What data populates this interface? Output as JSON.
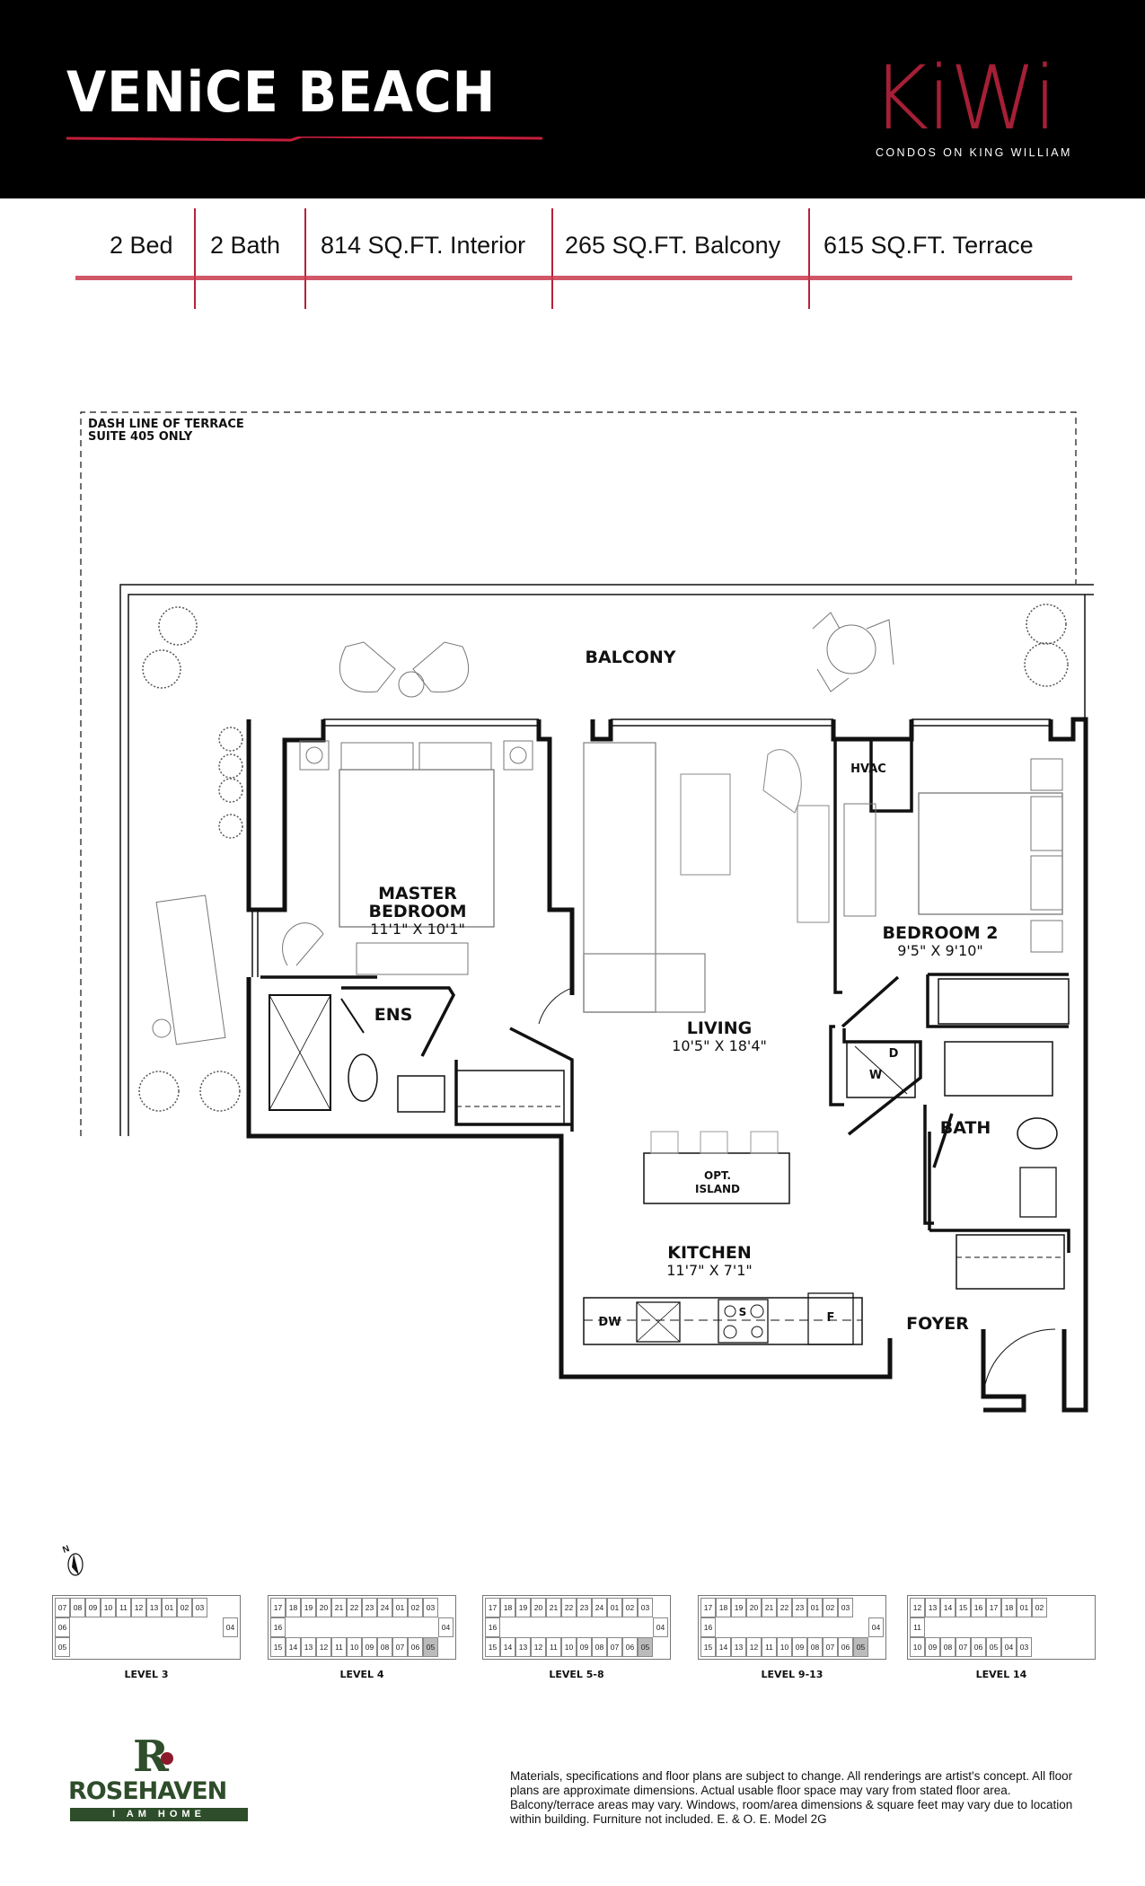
{
  "header": {
    "title": "VENiCE BEACH",
    "brand": "KiWi",
    "brand_subtitle": "CONDOS ON KING WILLIAM",
    "brand_color": "#a51f36"
  },
  "specs": [
    "2 Bed",
    "2 Bath",
    "814 SQ.FT. Interior",
    "265 SQ.FT. Balcony",
    "615 SQ.FT. Terrace"
  ],
  "floorplan": {
    "terrace_note_line1": "DASH LINE OF TERRACE",
    "terrace_note_line2": "SUITE 405 ONLY",
    "rooms": {
      "balcony": "BALCONY",
      "master_line1": "MASTER",
      "master_line2": "BEDROOM",
      "master_dim": "11'1\" X 10'1\"",
      "ensuite": "ENS",
      "living": "LIVING",
      "living_dim": "10'5\" X 18'4\"",
      "bedroom2": "BEDROOM 2",
      "bedroom2_dim": "9'5\" X 9'10\"",
      "hvac": "HVAC",
      "dryer": "D",
      "washer": "W",
      "bath": "BATH",
      "island_line1": "OPT.",
      "island_line2": "ISLAND",
      "kitchen": "KITCHEN",
      "kitchen_dim": "11'7\" X 7'1\"",
      "dishwasher": "DW",
      "stove": "S",
      "fridge": "F",
      "foyer": "FOYER"
    }
  },
  "compass_label": "N",
  "keyplans": [
    {
      "label": "LEVEL 3",
      "rows": [
        [
          "07",
          "08",
          "09",
          "10",
          "11",
          "12",
          "13",
          "01",
          "02",
          "03"
        ],
        [
          "06",
          "04"
        ],
        [
          "05"
        ]
      ],
      "highlight": ""
    },
    {
      "label": "LEVEL 4",
      "rows": [
        [
          "17",
          "18",
          "19",
          "20",
          "21",
          "22",
          "23",
          "24",
          "01",
          "02",
          "03"
        ],
        [
          "16",
          "04"
        ],
        [
          "15",
          "14",
          "13",
          "12",
          "11",
          "10",
          "09",
          "08",
          "07",
          "06",
          "05"
        ]
      ],
      "highlight": "05"
    },
    {
      "label": "LEVEL 5-8",
      "rows": [
        [
          "17",
          "18",
          "19",
          "20",
          "21",
          "22",
          "23",
          "24",
          "01",
          "02",
          "03"
        ],
        [
          "16",
          "04"
        ],
        [
          "15",
          "14",
          "13",
          "12",
          "11",
          "10",
          "09",
          "08",
          "07",
          "06",
          "05"
        ]
      ],
      "highlight": "05"
    },
    {
      "label": "LEVEL 9-13",
      "rows": [
        [
          "17",
          "18",
          "19",
          "20",
          "21",
          "22",
          "23",
          "01",
          "02",
          "03"
        ],
        [
          "16",
          "04"
        ],
        [
          "15",
          "14",
          "13",
          "12",
          "11",
          "10",
          "09",
          "08",
          "07",
          "06",
          "05"
        ]
      ],
      "highlight": "05"
    },
    {
      "label": "LEVEL 14",
      "rows": [
        [
          "12",
          "13",
          "14",
          "15",
          "16",
          "17",
          "18",
          "01",
          "02"
        ],
        [
          "11"
        ],
        [
          "10",
          "09",
          "08",
          "07",
          "06",
          "05",
          "04",
          "03"
        ]
      ],
      "highlight": ""
    }
  ],
  "footer": {
    "logo_name": "ROSEHAVEN",
    "logo_tagline": "I AM HOME",
    "disclaimer": "Materials, specifications and floor plans are subject to change. All renderings are artist's concept. All floor plans are approximate dimensions. Actual usable floor space may vary from stated floor area. Balcony/terrace areas may vary. Windows, room/area dimensions & square feet may vary due to location within building. Furniture not included. E. & O. E. Model 2G"
  }
}
